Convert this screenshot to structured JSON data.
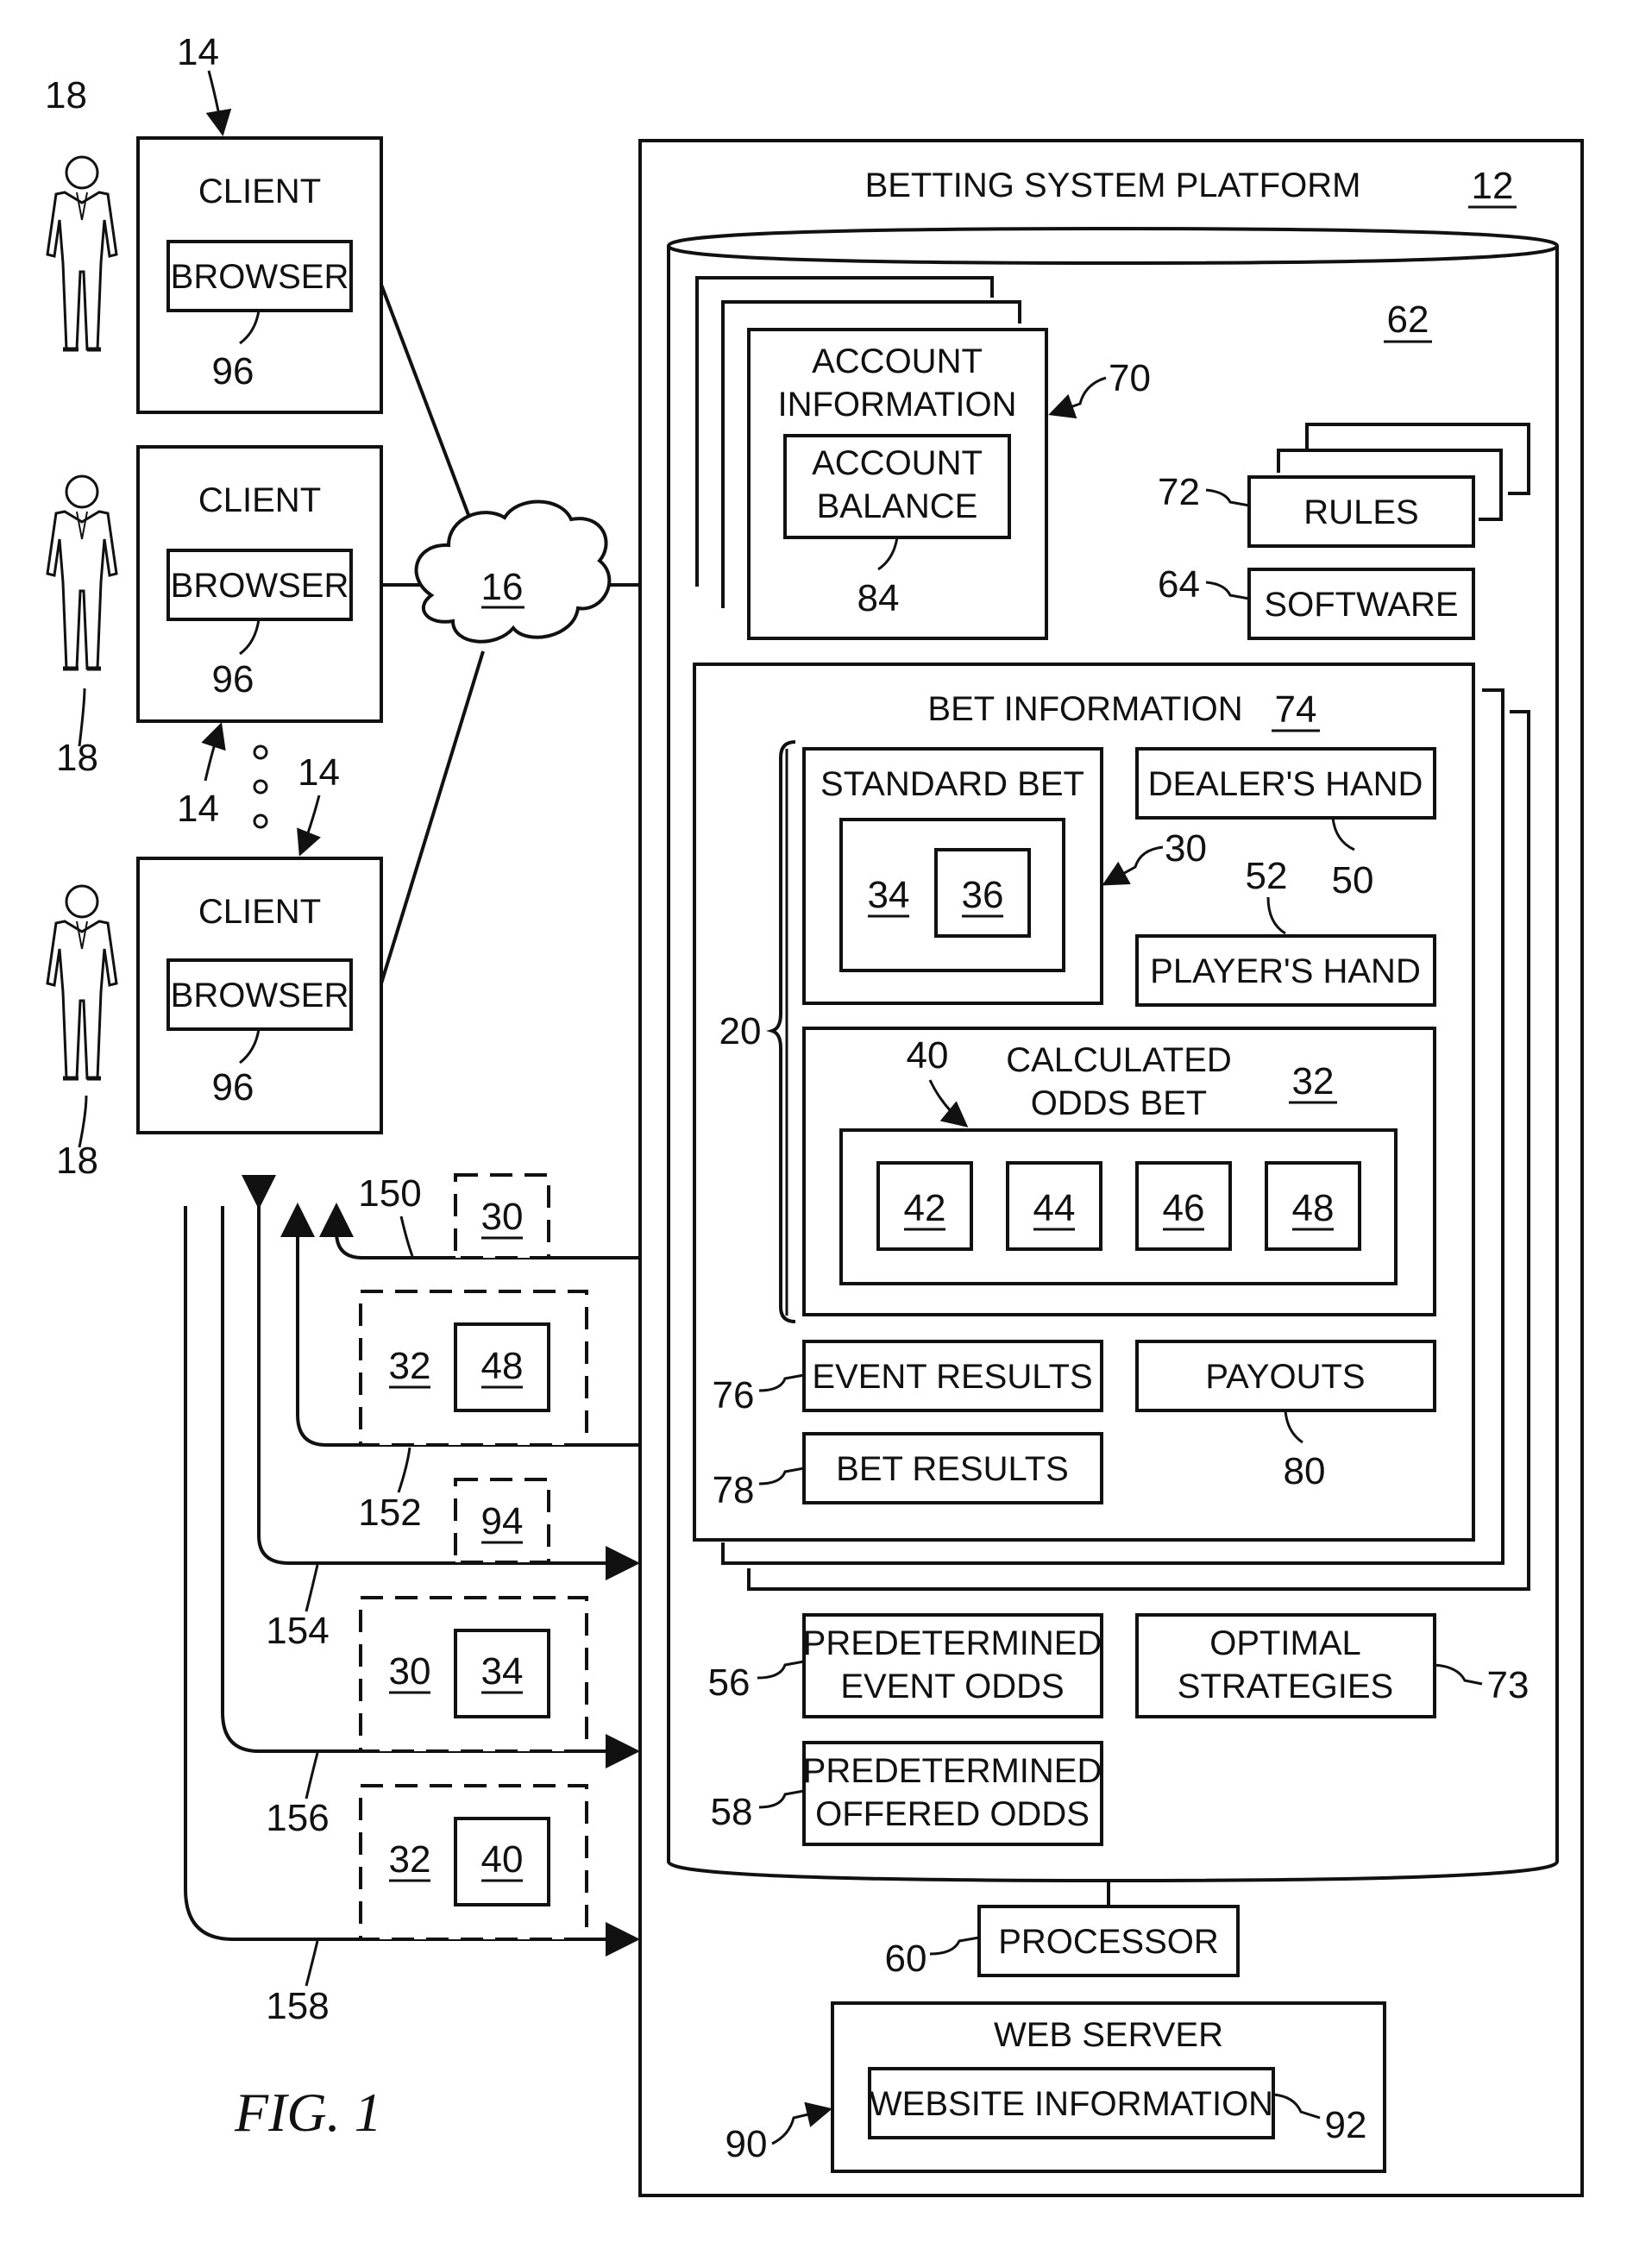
{
  "figure_label": "FIG. 1",
  "platform": {
    "title": "BETTING SYSTEM PLATFORM",
    "ref": "12"
  },
  "network": {
    "ref": "16"
  },
  "database": {
    "ref": "62"
  },
  "clients": [
    {
      "ref": "14",
      "label": "CLIENT",
      "browser": "BROWSER",
      "browser_ref": "96",
      "user_ref": "18"
    },
    {
      "ref": "14",
      "label": "CLIENT",
      "browser": "BROWSER",
      "browser_ref": "96",
      "user_ref": "18"
    },
    {
      "ref": "14",
      "label": "CLIENT",
      "browser": "BROWSER",
      "browser_ref": "96",
      "user_ref": "18"
    }
  ],
  "account": {
    "title_line1": "ACCOUNT",
    "title_line2": "INFORMATION",
    "ref": "70",
    "balance_line1": "ACCOUNT",
    "balance_line2": "BALANCE",
    "balance_ref": "84"
  },
  "rules": {
    "label": "RULES",
    "ref": "72"
  },
  "software": {
    "label": "SOFTWARE",
    "ref": "64"
  },
  "bet_info": {
    "title": "BET INFORMATION",
    "ref": "74",
    "bracket_ref": "20",
    "standard_bet": {
      "label": "STANDARD BET",
      "inner_ref": "30",
      "a": "34",
      "b": "36"
    },
    "dealers_hand": {
      "label": "DEALER'S HAND",
      "ref": "50"
    },
    "players_hand": {
      "label": "PLAYER'S HAND",
      "ref": "52"
    },
    "calc_odds": {
      "line1": "CALCULATED",
      "line2": "ODDS BET",
      "ref": "32",
      "inner_ref": "40",
      "items": [
        "42",
        "44",
        "46",
        "48"
      ]
    },
    "event_results": {
      "label": "EVENT RESULTS",
      "ref": "76"
    },
    "payouts": {
      "label": "PAYOUTS",
      "ref": "80"
    },
    "bet_results": {
      "label": "BET RESULTS",
      "ref": "78"
    }
  },
  "pred_event_odds": {
    "line1": "PREDETERMINED",
    "line2": "EVENT ODDS",
    "ref": "56"
  },
  "optimal": {
    "line1": "OPTIMAL",
    "line2": "STRATEGIES",
    "ref": "73"
  },
  "pred_offered_odds": {
    "line1": "PREDETERMINED",
    "line2": "OFFERED ODDS",
    "ref": "58"
  },
  "processor": {
    "label": "PROCESSOR",
    "ref": "60"
  },
  "web_server": {
    "label": "WEB SERVER",
    "ref": "90",
    "site_label": "WEBSITE INFORMATION",
    "site_ref": "92"
  },
  "messages": [
    {
      "ref": "150",
      "items": [
        "30"
      ]
    },
    {
      "ref": "152",
      "items": [
        "32",
        "48"
      ]
    },
    {
      "ref": "154",
      "items": [
        "94"
      ]
    },
    {
      "ref": "156",
      "items": [
        "30",
        "34"
      ]
    },
    {
      "ref": "158",
      "items": [
        "32",
        "40"
      ]
    }
  ]
}
